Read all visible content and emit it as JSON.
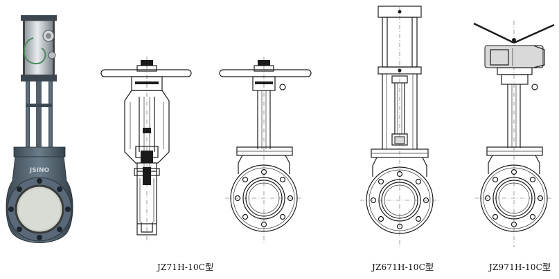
{
  "captions": {
    "manual_model": "JZ71H-10C型",
    "pneumatic_model": "JZ671H-10C型",
    "electric_model": "JZ971H-10C型"
  },
  "photo_body_text": "JSINO"
}
